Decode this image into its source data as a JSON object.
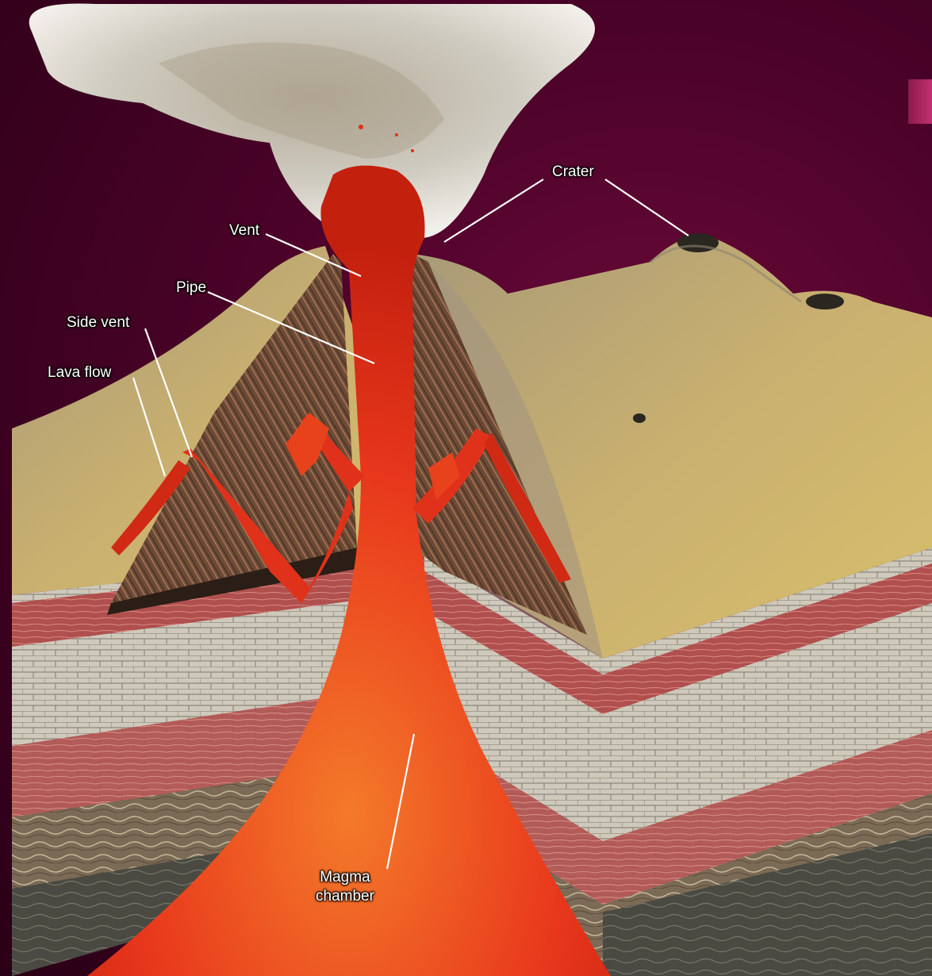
{
  "labels": {
    "crater": "Crater",
    "vent": "Vent",
    "pipe": "Pipe",
    "side_vent": "Side vent",
    "lava_flow": "Lava flow",
    "magma_line1": "Magma",
    "magma_line2": "chamber"
  },
  "colors": {
    "background": "#4a0228",
    "magma": "#e8371c",
    "magma_core": "#f2602a",
    "ash_cloud": "#d9d6cc",
    "ground": "#c9a95a",
    "cone_cut": "#6b4a36",
    "limestone": "#cfc9bc",
    "red_layer": "#a8484a",
    "dark_layer": "#4a4a42"
  }
}
